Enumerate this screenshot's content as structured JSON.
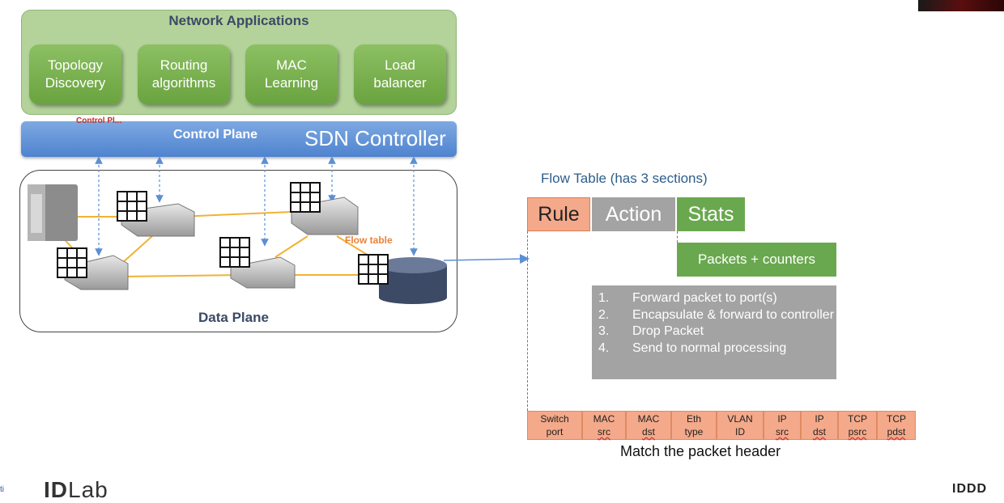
{
  "applications": {
    "title": "Network Applications",
    "items": [
      "Topology\nDiscovery",
      "Routing\nalgorithms",
      "MAC\nLearning",
      "Load\nbalancer"
    ]
  },
  "control_plane": {
    "ghost_label": "Control Pl...",
    "label": "Control Plane",
    "controller": "SDN Controller"
  },
  "data_plane": {
    "label": "Data Plane",
    "flow_table_tag": "Flow table"
  },
  "flow_table": {
    "title": "Flow Table (has 3 sections)",
    "rule": "Rule",
    "action": "Action",
    "stats": "Stats",
    "packets_counters": "Packets + counters",
    "actions": [
      {
        "num": "1.",
        "text": "Forward packet to port(s)"
      },
      {
        "num": "2.",
        "text": "Encapsulate & forward to controller"
      },
      {
        "num": "3.",
        "text": "Drop Packet"
      },
      {
        "num": "4.",
        "text": "Send to normal processing"
      }
    ],
    "header_fields": [
      {
        "line1": "Switch",
        "line2": "port"
      },
      {
        "line1": "MAC",
        "line2": "src"
      },
      {
        "line1": "MAC",
        "line2": "dst"
      },
      {
        "line1": "Eth",
        "line2": "type"
      },
      {
        "line1": "VLAN",
        "line2": "ID"
      },
      {
        "line1": "IP",
        "line2": "src"
      },
      {
        "line1": "IP",
        "line2": "dst"
      },
      {
        "line1": "TCP",
        "line2": "psrc"
      },
      {
        "line1": "TCP",
        "line2": "pdst"
      }
    ],
    "match_label": "Match the packet header"
  },
  "footer": {
    "logo_prefix": "ID",
    "logo_suffix": "Lab",
    "brand_right": "IDDD",
    "brand_left": "ti"
  },
  "colors": {
    "app_green": "#6aa33f",
    "control_blue": "#4e83cf",
    "rule_salmon": "#f4a98a",
    "action_gray": "#a3a3a3",
    "stats_green": "#6aa84f",
    "link_orange": "#f2b233",
    "arrow_blue": "#5b8fd6"
  }
}
